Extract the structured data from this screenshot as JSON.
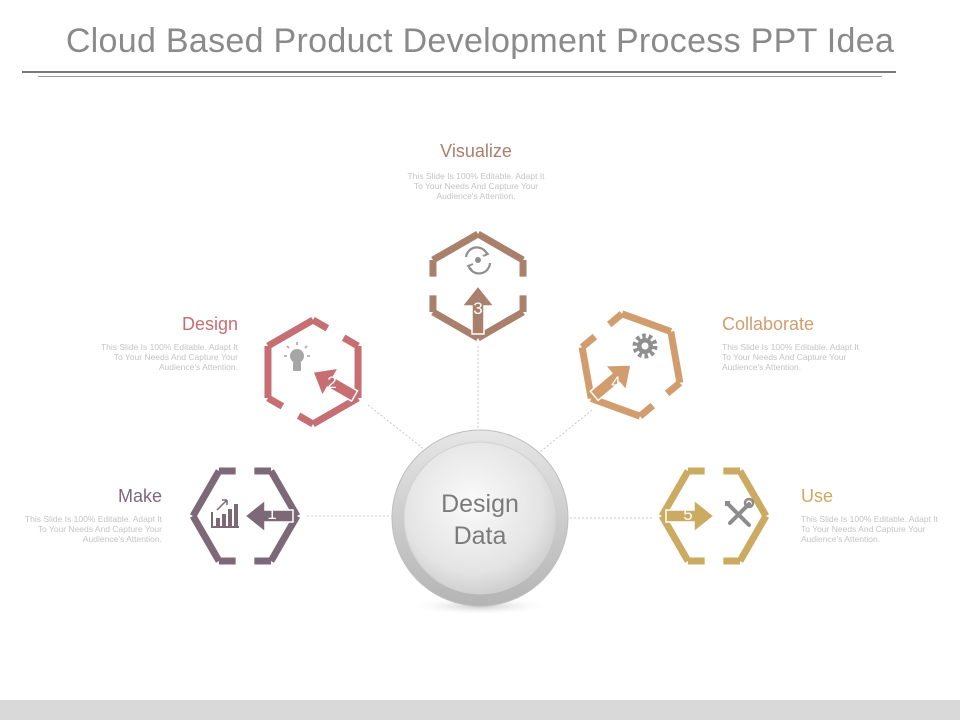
{
  "title": "Cloud Based Product Development Process PPT Idea",
  "center": {
    "line1": "Design",
    "line2": "Data"
  },
  "steps": [
    {
      "number": "1",
      "heading": "Make",
      "description": "This Slide Is 100% Editable. Adapt It To Your Needs And Capture Your Audience's Attention.",
      "color": "#7d6878",
      "icon": "bar-chart-icon"
    },
    {
      "number": "2",
      "heading": "Design",
      "description": "This Slide Is 100% Editable. Adapt It To Your Needs And Capture Your Audience's Attention.",
      "color": "#c66e72",
      "icon": "lightbulb-icon"
    },
    {
      "number": "3",
      "heading": "Visualize",
      "description": "This Slide Is 100% Editable. Adapt It To Your Needs And Capture Your Audience's Attention.",
      "color": "#a8806c",
      "icon": "refresh-gear-icon"
    },
    {
      "number": "4",
      "heading": "Collaborate",
      "description": "This Slide Is 100% Editable. Adapt It To Your Needs And Capture Your Audience's Attention.",
      "color": "#d29d6e",
      "icon": "gear-icon"
    },
    {
      "number": "5",
      "heading": "Use",
      "description": "This Slide Is 100% Editable. Adapt It To Your Needs And Capture Your Audience's Attention.",
      "color": "#cbaa62",
      "icon": "tools-icon"
    }
  ]
}
